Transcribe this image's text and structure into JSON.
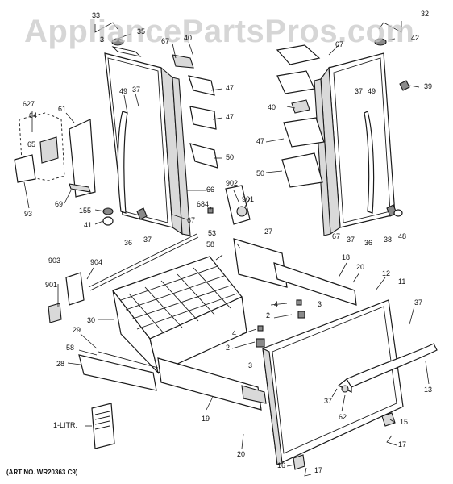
{
  "watermark": "AppliancePartsPros.com",
  "art_number": "(ART NO. WR20363 C9)",
  "literature_label": "1-LITR.",
  "callouts": {
    "c33": "33",
    "c3": "3",
    "c35": "35",
    "c67a": "67",
    "c40a": "40",
    "c47a": "47",
    "c47b": "47",
    "c50a": "50",
    "c49a": "49",
    "c37a": "37",
    "c627": "627",
    "c64": "64",
    "c61": "61",
    "c65": "65",
    "c69": "69",
    "c93": "93",
    "c155": "155",
    "c41": "41",
    "c36a": "36",
    "c37b": "37",
    "c66": "66",
    "c67b": "67",
    "c684": "684",
    "c902": "902",
    "c901a": "901",
    "c32": "32",
    "c42": "42",
    "c67c": "67",
    "c39": "39",
    "c40b": "40",
    "c37c": "37",
    "c49b": "49",
    "c47c": "47",
    "c50b": "50",
    "c67d": "67",
    "c37d": "37",
    "c36b": "36",
    "c38": "38",
    "c48": "48",
    "c58a": "58",
    "c53": "53",
    "c27": "27",
    "c18": "18",
    "c20a": "20",
    "c12": "12",
    "c11": "11",
    "c903": "903",
    "c904": "904",
    "c901b": "901",
    "c30": "30",
    "c4a": "4",
    "c2a": "2",
    "c3a": "3",
    "c4b": "4",
    "c2b": "2",
    "c3b": "3",
    "c37e": "37",
    "c29": "29",
    "c58b": "58",
    "c28": "28",
    "c13": "13",
    "c37f": "37",
    "c62": "62",
    "c19": "19",
    "c15": "15",
    "c17a": "17",
    "c20b": "20",
    "c16": "16",
    "c17b": "17"
  },
  "colors": {
    "line": "#1a1a1a",
    "watermark": "#c8c8c8",
    "shade": "#d9d9d9"
  }
}
